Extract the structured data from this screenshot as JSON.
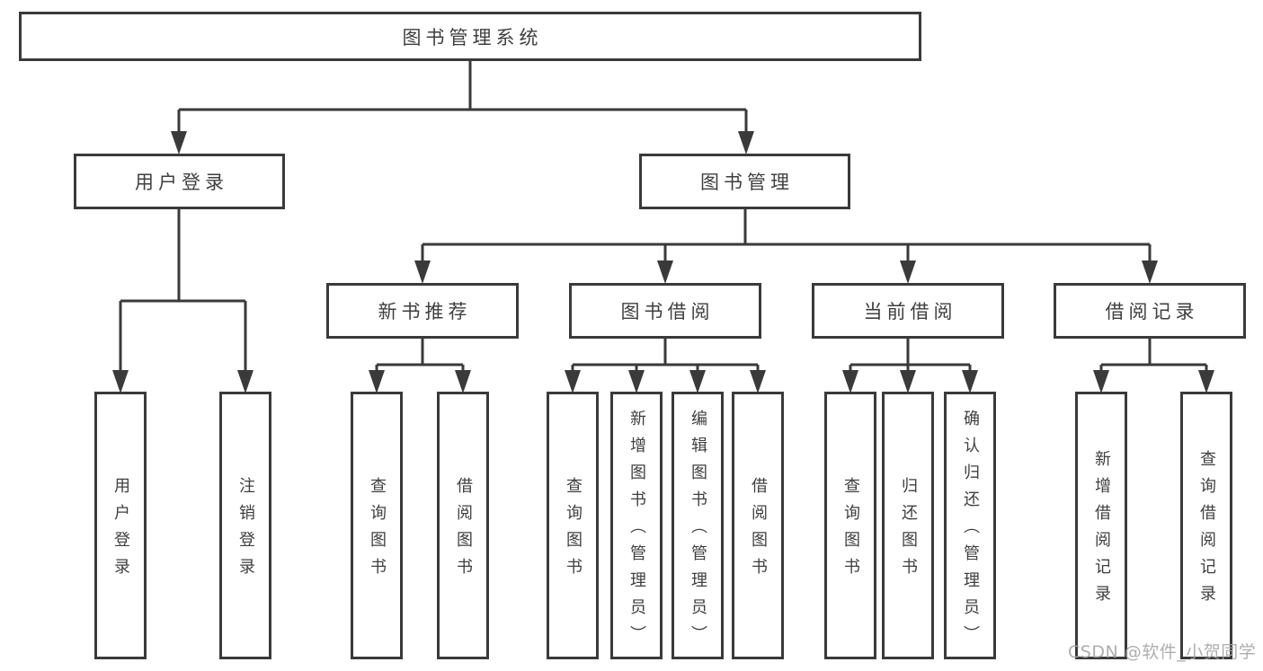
{
  "colors": {
    "background": "#ffffff",
    "line": "#3a3a3a",
    "box_border": "#3a3a3a",
    "text": "#3f3f3f",
    "watermark": "#a5a5a5"
  },
  "diagram": {
    "type": "hierarchy-tree"
  },
  "nodes": {
    "root": "图书管理系统",
    "level2": [
      "用户登录",
      "图书管理"
    ],
    "level3": [
      "新书推荐",
      "图书借阅",
      "当前借阅",
      "借阅记录"
    ],
    "leaves": {
      "user_login": [
        "用户登录",
        "注销登录"
      ],
      "new_book_recommend": [
        "查询图书",
        "借阅图书"
      ],
      "book_borrowing": [
        "查询图书",
        "新增图书（管理员）",
        "编辑图书（管理员）",
        "借阅图书"
      ],
      "current_borrowing": [
        "查询图书",
        "归还图书",
        "确认归还（管理员）"
      ],
      "borrowing_records": [
        "新增借阅记录",
        "查询借阅记录"
      ]
    }
  },
  "watermark": "CSDN @软件_小贺同学"
}
